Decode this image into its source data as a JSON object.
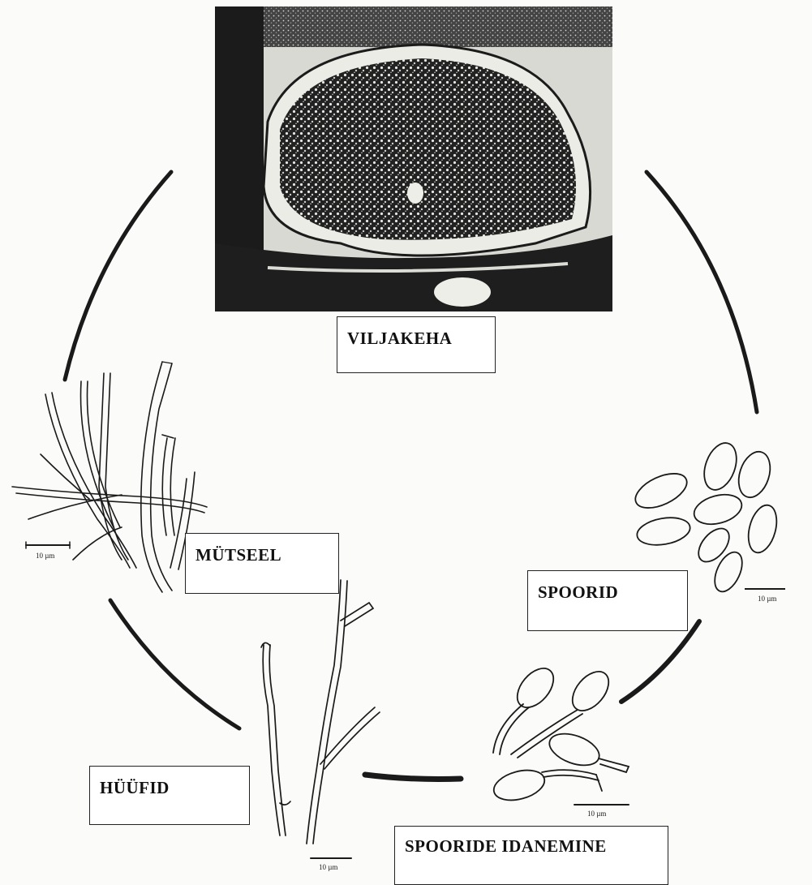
{
  "stages": {
    "fruiting_body": "VILJAKEHA",
    "mycelium": "MÜTSEEL",
    "spores": "SPOORID",
    "hyphae": "HÜÜFID",
    "germination": "SPOORIDE IDANEMINE"
  },
  "scale_bars": {
    "mycelium": "10 µm",
    "spores": "10 µm",
    "germination": "10 µm",
    "hyphae": "10 µm"
  },
  "colors": {
    "ink": "#1a1a1a",
    "background": "#fbfbfa",
    "photo_dark": "#1b1b1b",
    "photo_light": "#d9d9d4"
  },
  "icons": {
    "fruiting_body": "fruiting-body-photo",
    "mycelium": "mycelium-drawing",
    "spores": "spores-drawing",
    "germination": "germinating-spores-drawing",
    "hyphae": "hyphae-drawing",
    "cycle": "life-cycle-arcs"
  }
}
